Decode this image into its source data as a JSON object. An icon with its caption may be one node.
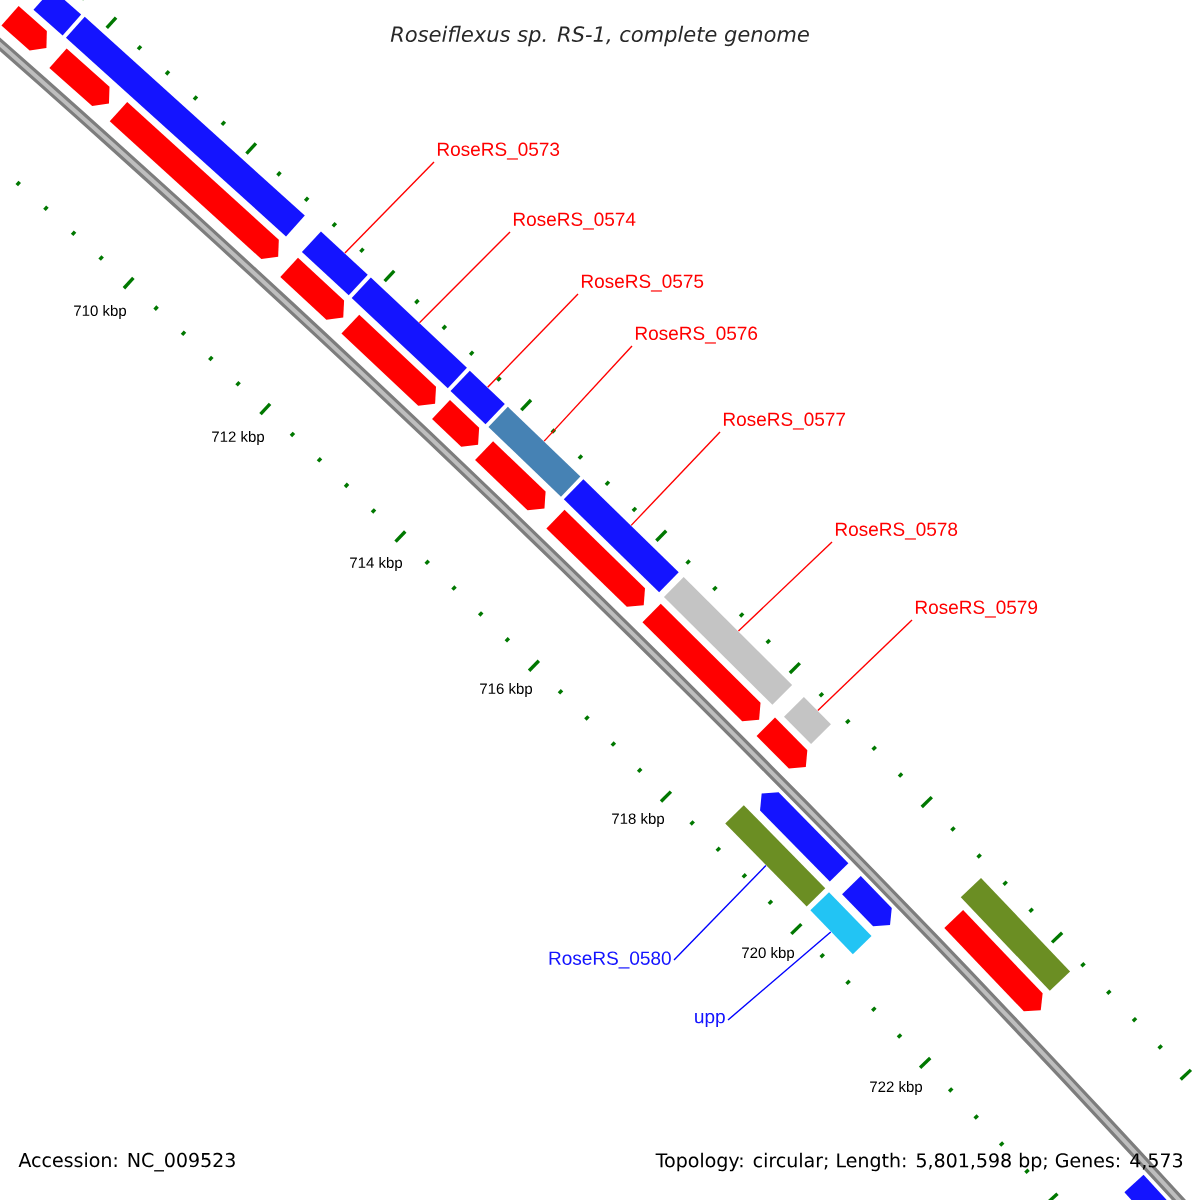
{
  "diagram": {
    "title": "Roseiflexus sp. RS-1, complete genome",
    "nodes": [
      {
        "text": [
          "RoseRS_0573"
        ]
      },
      {
        "text": [
          "RoseRS_0574"
        ]
      },
      {
        "text": [
          "RoseRS_0575"
        ]
      },
      {
        "text": [
          "RoseRS_0576"
        ]
      },
      {
        "text": [
          "RoseRS_0577"
        ]
      },
      {
        "text": [
          "RoseRS_0578"
        ]
      },
      {
        "text": [
          "RoseRS_0579"
        ]
      },
      {
        "text": [
          "RoseRS_0580"
        ]
      },
      {
        "text": [
          "upp"
        ]
      },
      {
        "text": [],
        "shape": "bar"
      },
      {
        "text": [],
        "shape": "bar"
      },
      {
        "text": [],
        "shape": "pentagon"
      },
      {
        "text": [],
        "shape": "pentagon"
      },
      {
        "text": [],
        "shape": "pentagon"
      },
      {
        "text": [],
        "shape": "bar"
      },
      {
        "text": [],
        "shape": "pentagon"
      },
      {
        "text": [],
        "shape": "bar"
      },
      {
        "text": [],
        "shape": "pentagon"
      },
      {
        "text": [],
        "shape": "bar"
      },
      {
        "text": [],
        "shape": "pentagon"
      },
      {
        "text": [],
        "shape": "bar"
      },
      {
        "text": [],
        "shape": "pentagon"
      },
      {
        "text": [],
        "shape": "bar"
      },
      {
        "text": [],
        "shape": "pentagon"
      },
      {
        "text": [],
        "shape": "bar"
      },
      {
        "text": [],
        "shape": "pentagon"
      },
      {
        "text": [],
        "shape": "bar"
      },
      {
        "text": [],
        "shape": "pentagon"
      },
      {
        "text": [],
        "shape": "pentagon"
      },
      {
        "text": [],
        "shape": "bar"
      },
      {
        "text": [],
        "shape": "pentagon"
      },
      {
        "text": [],
        "shape": "bar"
      },
      {
        "text": [],
        "shape": "pentagon"
      },
      {
        "text": [],
        "shape": "bar"
      },
      {
        "text": [],
        "shape": "bar"
      }
    ],
    "edges": [
      {
        "from": 0,
        "to": 14,
        "arrow": "none"
      },
      {
        "from": 1,
        "to": 16,
        "arrow": "none"
      },
      {
        "from": 2,
        "to": 18,
        "arrow": "none"
      },
      {
        "from": 3,
        "to": 20,
        "arrow": "none"
      },
      {
        "from": 4,
        "to": 22,
        "arrow": "none"
      },
      {
        "from": 5,
        "to": 24,
        "arrow": "none"
      },
      {
        "from": 6,
        "to": 26,
        "arrow": "none"
      },
      {
        "from": 7,
        "to": 29,
        "arrow": "none",
        "color": "#0000ff"
      },
      {
        "from": 8,
        "to": 31,
        "arrow": "none",
        "color": "#0000ff"
      }
    ],
    "labels": [
      "710 kbp",
      "712 kbp",
      "714 kbp",
      "716 kbp",
      "718 kbp",
      "720 kbp",
      "722 kbp",
      "Accession: NC_009523",
      "Topology: circular; Length: 5,801,598 bp; Genes: 4,573"
    ]
  }
}
